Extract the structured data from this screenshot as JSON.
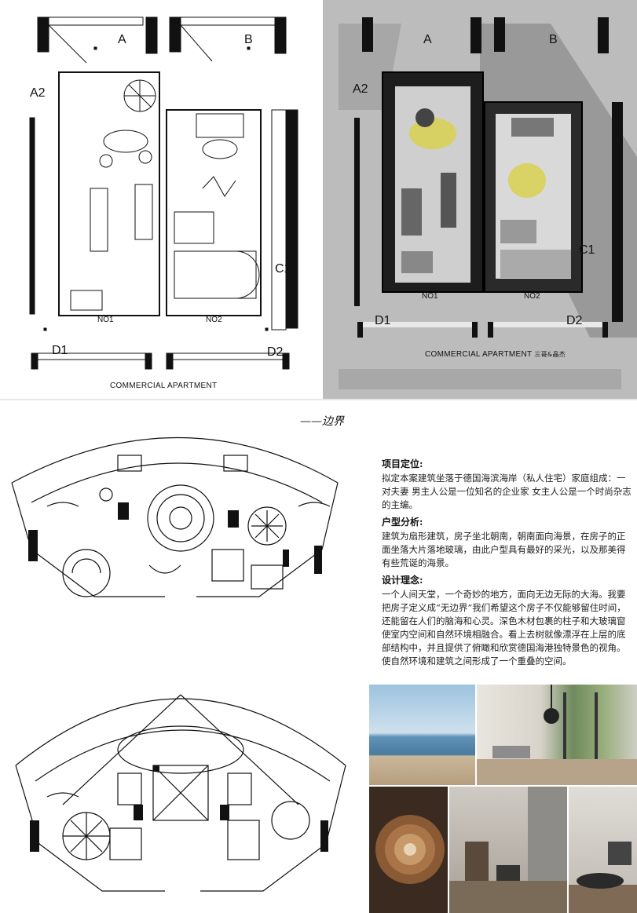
{
  "floorplan_labels": {
    "a": "A",
    "b": "B",
    "a2": "A2",
    "c1": "C1",
    "d1": "D1",
    "d2": "D2",
    "unit_1": "NO1",
    "unit_2": "NO2"
  },
  "floorplan_caption": "COMMERCIAL APARTMENT",
  "floorplan_caption_right_suffix": "三哥&晶杰",
  "sketch_section_tag": "——边界",
  "design_text": {
    "positioning_heading": "项目定位:",
    "positioning_body": "拟定本案建筑坐落于德国海滨海岸（私人住宅）家庭组成：一对夫妻  男主人公是一位知名的企业家  女主人公是一个时尚杂志的主编。",
    "layout_heading": "户型分析:",
    "layout_body": "建筑为扇形建筑，房子坐北朝南，朝南面向海景，在房子的正面坐落大片落地玻璃，由此户型具有最好的采光，以及那美得有些荒诞的海景。",
    "concept_heading": "设计理念:",
    "concept_body": "一个人间天堂，一个奇妙的地方，面向无边无际的大海。我要把房子定义成“无边界”我们希望这个房子不仅能够留住时间，还能留在人们的脑海和心灵。深色木材包裹的柱子和大玻璃窗使室内空间和自然环境相融合。看上去树就像漂浮在上层的底部结构中，并且提供了俯瞰和欣赏德国海港独特景色的视角。使自然环境和建筑之间形成了一个重叠的空间。"
  },
  "colors": {
    "rendered_plan_bg": "#bcbcbc",
    "wall": "#111111",
    "accent_yellow": "#d8cf47",
    "sea": "#5f93b8",
    "sky": "#9cc3df",
    "wood": "#8a5a34"
  }
}
